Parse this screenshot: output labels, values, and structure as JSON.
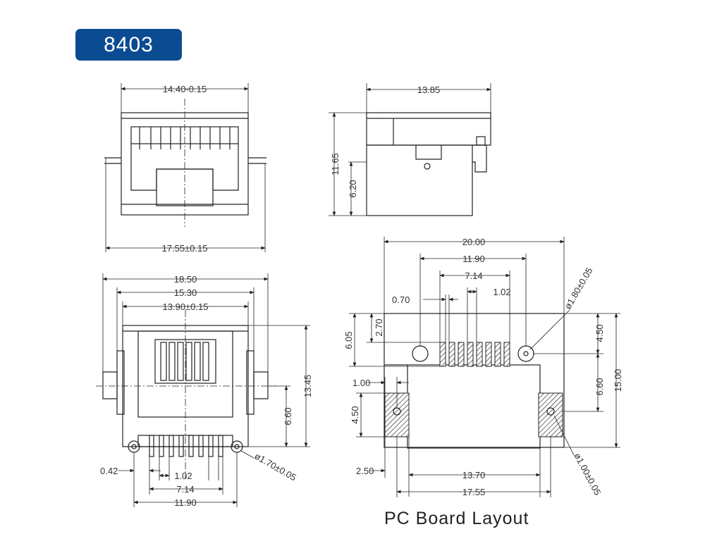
{
  "header": {
    "model": "8403"
  },
  "diagram_title": "PC  Board Layout",
  "front_view": {
    "top_width": "14.40-0.15",
    "bottom_width": "17.55±0.15"
  },
  "side_view": {
    "length": "13.85",
    "height": "11.65",
    "lower_height": "6.20"
  },
  "bottom_view": {
    "overall_width": "18.50",
    "body_width": "15.30",
    "inner_width": "13.90±0.15",
    "height": "13.45",
    "post_height": "6.60",
    "hole_dia": "ø1.70±0.05",
    "offset": "0.42",
    "pitch": "1.02",
    "pin_span": "7.14",
    "post_span": "11.90"
  },
  "pcb_layout": {
    "overall_width": "20.00",
    "hole_span": "11.90",
    "pin_span": "7.14",
    "offset": "0.70",
    "pitch": "1.02",
    "hole_dia_large": "ø1.80±0.05",
    "edge_to_pins": "6.05",
    "pin_row_offset": "2.70",
    "pad_offset": "1.00",
    "pad_height": "4.50",
    "pad_width": "2.50",
    "right_top": "4.50",
    "right_mid": "6.60",
    "total_height": "15.00",
    "body_width": "13.70",
    "body_span": "17.55",
    "hole_dia_small": "ø1.00±0.05"
  }
}
